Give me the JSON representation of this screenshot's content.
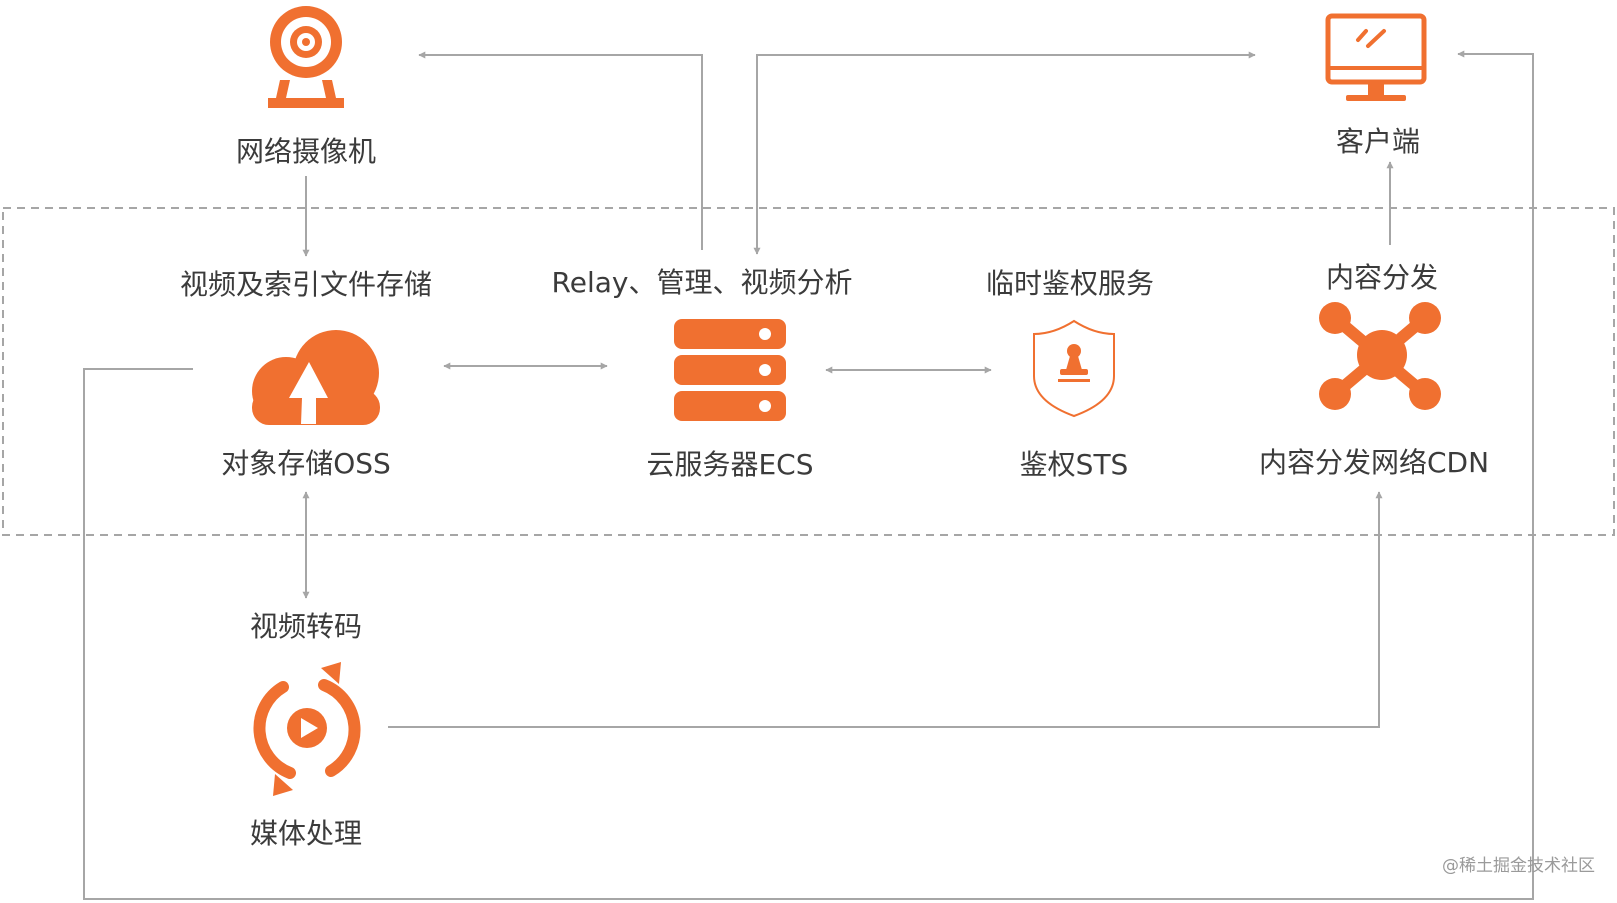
{
  "nodes": {
    "camera": {
      "label": "网络摄像机",
      "icon": "webcam-icon"
    },
    "client": {
      "label": "客户端",
      "icon": "monitor-icon"
    },
    "oss": {
      "caption": "视频及索引文件存储",
      "label": "对象存储OSS",
      "icon": "cloud-upload-icon"
    },
    "ecs": {
      "caption": "Relay、管理、视频分析",
      "label": "云服务器ECS",
      "icon": "server-stack-icon"
    },
    "sts": {
      "caption": "临时鉴权服务",
      "label": "鉴权STS",
      "icon": "shield-stamp-icon"
    },
    "cdn": {
      "caption": "内容分发",
      "label": "内容分发网络CDN",
      "icon": "network-hub-icon"
    },
    "transcode": {
      "caption": "视频转码",
      "label": "媒体处理",
      "icon": "refresh-play-icon"
    }
  },
  "watermark": "@稀土掘金技术社区",
  "colors": {
    "accent": "#f07030",
    "line": "#a6a6a6",
    "text": "#3b3b3b"
  }
}
